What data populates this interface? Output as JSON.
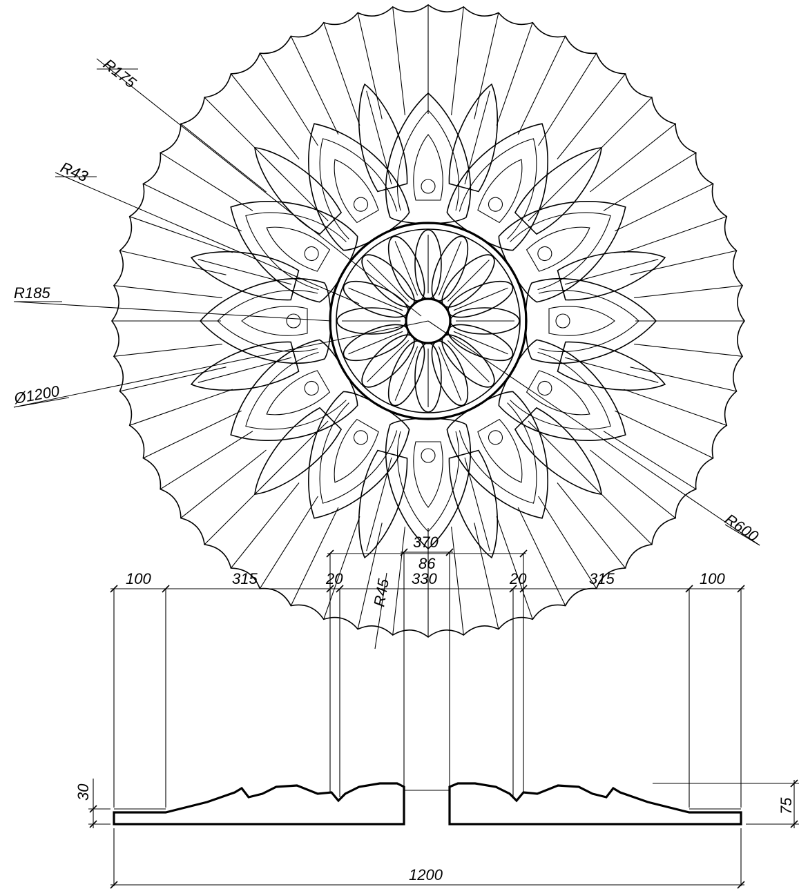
{
  "plan_view": {
    "labels": {
      "r175": "R175",
      "r43": "R43",
      "r185": "R185",
      "d1200": "Ø1200",
      "r45": "R45",
      "r600": "R600"
    }
  },
  "section_view": {
    "labels": {
      "d370": "370",
      "d100_left": "100",
      "d315_left": "315",
      "d20_left": "20",
      "d330": "330",
      "d20_right": "20",
      "d315_right": "315",
      "d100_right": "100",
      "d86": "86",
      "d30": "30",
      "d75": "75",
      "d1200": "1200"
    }
  },
  "colors": {
    "line": "#000000",
    "background": "#ffffff"
  }
}
